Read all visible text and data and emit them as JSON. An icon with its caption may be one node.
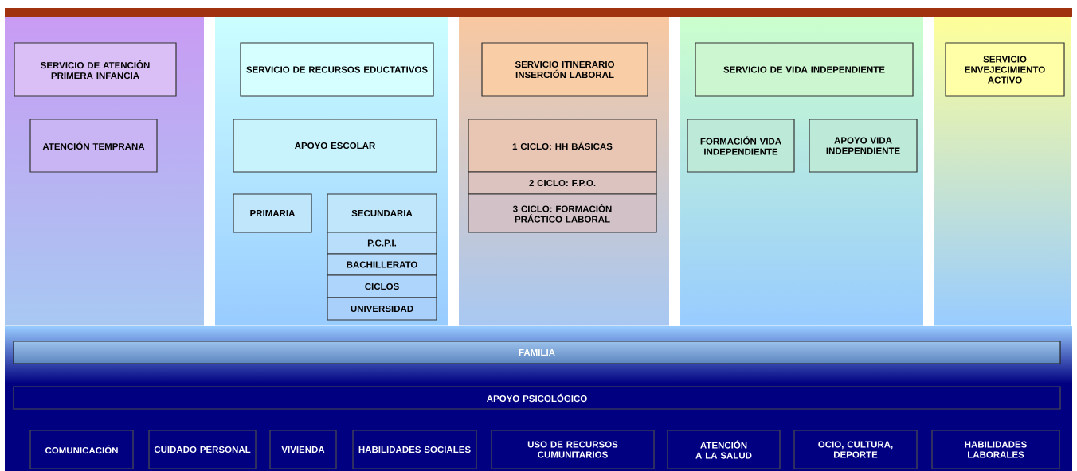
{
  "diagram": {
    "nodes": [
      {
        "text": [
          "SERVICIO DE ATENCIÓN PRIMERA INFANCIA"
        ]
      },
      {
        "text": [
          "ATENCIÓN TEMPRANA"
        ]
      },
      {
        "text": [
          "SERVICIO DE RECURSOS EDUCTATIVOS"
        ]
      },
      {
        "text": [
          "APOYO ESCOLAR"
        ]
      },
      {
        "text": [
          "PRIMARIA"
        ]
      },
      {
        "text": [
          "SECUNDARIA"
        ]
      },
      {
        "text": [
          "P.C.P.I."
        ]
      },
      {
        "text": [
          "BACHILLERATO"
        ]
      },
      {
        "text": [
          "CICLOS"
        ]
      },
      {
        "text": [
          "UNIVERSIDAD"
        ]
      },
      {
        "text": [
          "SERVICIO ITINERARIO INSERCIÓN LABORAL"
        ]
      },
      {
        "text": [
          "1 CICLO: HH BÁSICAS"
        ]
      },
      {
        "text": [
          "2 CICLO: F.P.O."
        ]
      },
      {
        "text": [
          "3 CICLO: FORMACIÓN PRÁCTICO LABORAL"
        ]
      },
      {
        "text": [
          "SERVICIO DE VIDA INDEPENDIENTE"
        ]
      },
      {
        "text": [
          "FORMACIÓN VIDA INDEPENDIENTE"
        ]
      },
      {
        "text": [
          "APOYO VIDA INDEPENDIENTE"
        ]
      },
      {
        "text": [
          "SERVICIO ENVEJECIMIENTO ACTIVO"
        ]
      },
      {
        "text": [
          "FAMILIA"
        ]
      },
      {
        "text": [
          "APOYO PSICOLÓGICO"
        ]
      },
      {
        "text": [
          "COMUNICACIÓN"
        ]
      },
      {
        "text": [
          "CUIDADO PERSONAL"
        ]
      },
      {
        "text": [
          "VIVIENDA"
        ]
      },
      {
        "text": [
          "HABILIDADES SOCIALES"
        ]
      },
      {
        "text": [
          "USO DE RECURSOS CUMUNITARIOS"
        ]
      },
      {
        "text": [
          "ATENCIÓN A LA SALUD"
        ]
      },
      {
        "text": [
          "OCIO, CULTURA, DEPORTE"
        ]
      },
      {
        "text": [
          "HABILIDADES LABORALES"
        ]
      }
    ],
    "edges": []
  }
}
